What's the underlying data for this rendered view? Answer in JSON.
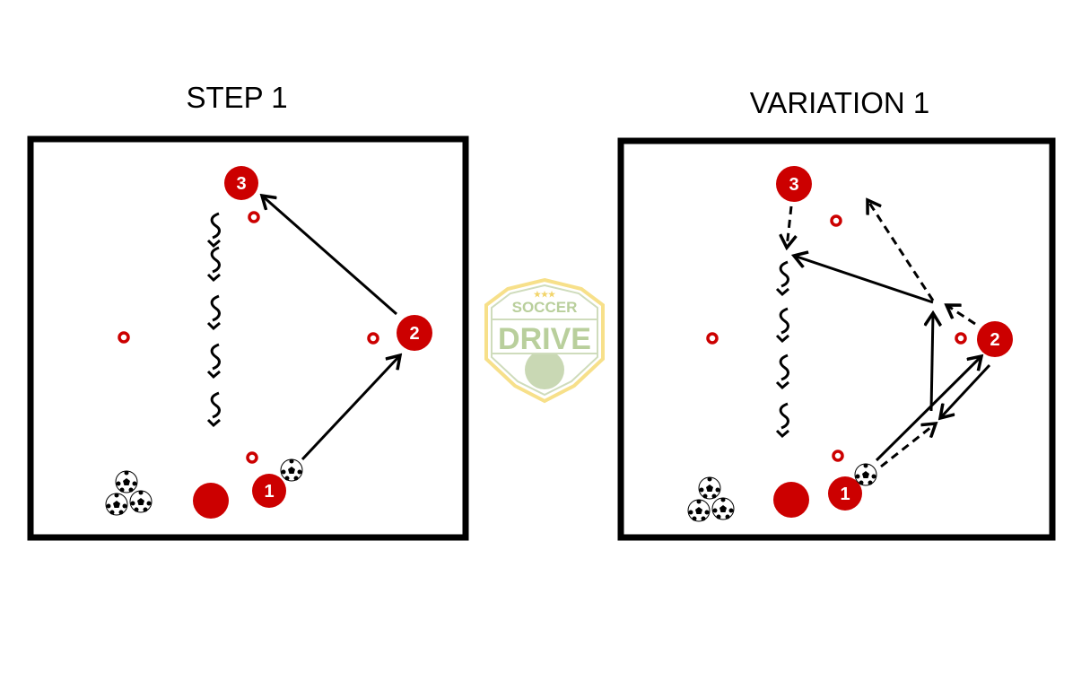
{
  "diagrams": [
    {
      "title": "STEP 1",
      "players": [
        "3",
        "2",
        "1"
      ]
    },
    {
      "title": "VARIATION 1",
      "players": [
        "3",
        "2",
        "1"
      ]
    }
  ],
  "logo": {
    "line1": "SOCCER",
    "line2": "DRIVE",
    "stars": "★★★"
  },
  "colors": {
    "player": "#cc0000",
    "line": "#000000",
    "logo_green": "#b9cf9c",
    "logo_yellow": "#f7e08a"
  }
}
